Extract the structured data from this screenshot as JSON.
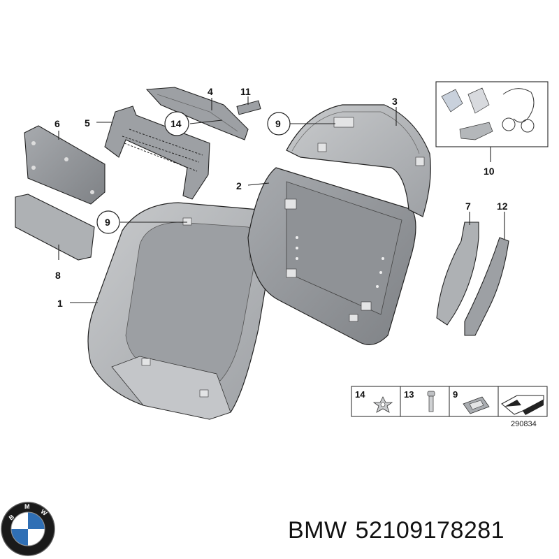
{
  "callouts": {
    "c1": "1",
    "c2": "2",
    "c3": "3",
    "c4": "4",
    "c5": "5",
    "c6": "6",
    "c7": "7",
    "c8": "8",
    "c9a": "9",
    "c9b": "9",
    "c10": "10",
    "c11": "11",
    "c12": "12",
    "c14": "14"
  },
  "legend": {
    "items": [
      "14",
      "13",
      "9"
    ],
    "drawing_number": "290834"
  },
  "brand": {
    "name": "BMW",
    "part_number": "52109178281"
  },
  "colors": {
    "part_fill": "#b4b6b9",
    "part_dark": "#8a8d91",
    "part_light": "#d6d8da",
    "line": "#222222"
  }
}
